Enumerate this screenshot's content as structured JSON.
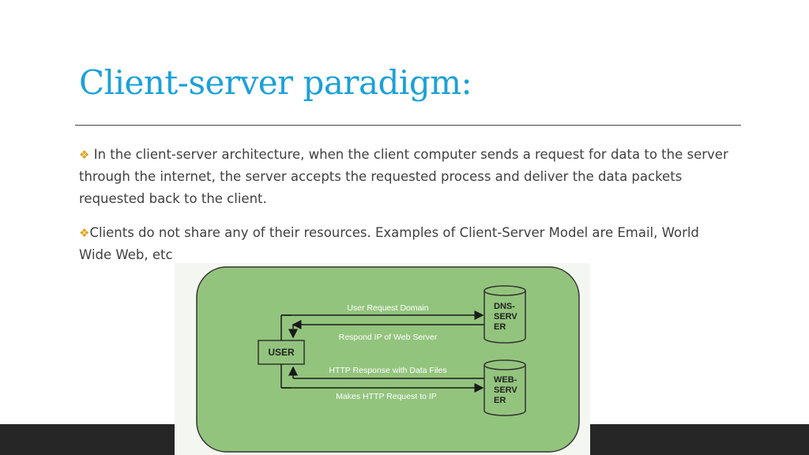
{
  "slide": {
    "title": "Client-server paradigm:",
    "bullets": [
      {
        "glyph": "❖",
        "text": " In the client-server architecture, when the client computer sends a request for data to the server through the internet, the server accepts the requested process and deliver the data packets requested back to the client."
      },
      {
        "glyph": "❖",
        "text": "Clients do not share any of their resources. Examples of Client-Server Model are Email, World Wide Web, etc"
      }
    ]
  },
  "diagram": {
    "user_label": "USER",
    "dns_server_label": [
      "DNS-",
      "SERV",
      "ER"
    ],
    "web_server_label": [
      "WEB-",
      "SERV",
      "ER"
    ],
    "arrows": {
      "user_request_domain": "User Request Domain",
      "respond_ip": "Respond IP of Web Server",
      "http_response": "HTTP Response with Data Files",
      "http_request": "Makes HTTP Request to IP"
    }
  },
  "colors": {
    "title": "#1ba1d8",
    "bullet_glyph": "#e3a21a",
    "diagram_fill": "#93c47d",
    "footer_bar": "#262626"
  }
}
